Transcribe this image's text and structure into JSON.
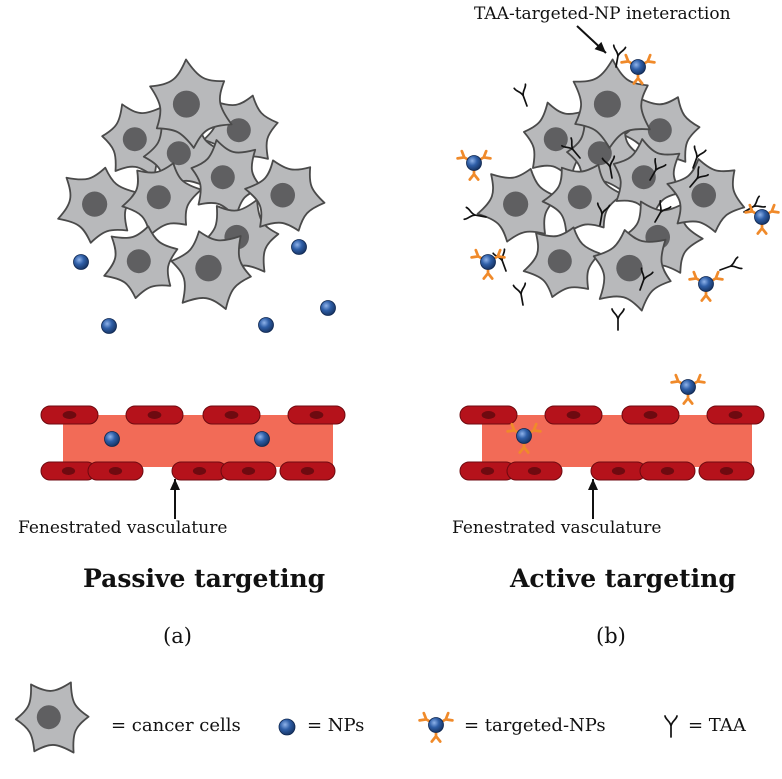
{
  "panels": {
    "a": {
      "vessel_label": "Fenestrated vasculature",
      "title": "Passive targeting",
      "sub": "(a)"
    },
    "b": {
      "vessel_label": "Fenestrated vasculature",
      "title": "Active targeting",
      "sub": "(b)",
      "annotation": "TAA-targeted-NP ineteraction"
    }
  },
  "legend": {
    "cancer": "= cancer cells",
    "nps": "= NPs",
    "targeted": "= targeted-NPs",
    "taa": "= TAA"
  },
  "colors": {
    "cell_fill": "#b8b9bb",
    "cell_stroke": "#4a4a4a",
    "nucleus": "#5f5f61",
    "np_blue": "#2f5fa8",
    "ligand_orange": "#f08a2a",
    "vessel_fill": "#f26b57",
    "rbc": "#b5121b",
    "rbc_dark": "#6e0a10"
  }
}
